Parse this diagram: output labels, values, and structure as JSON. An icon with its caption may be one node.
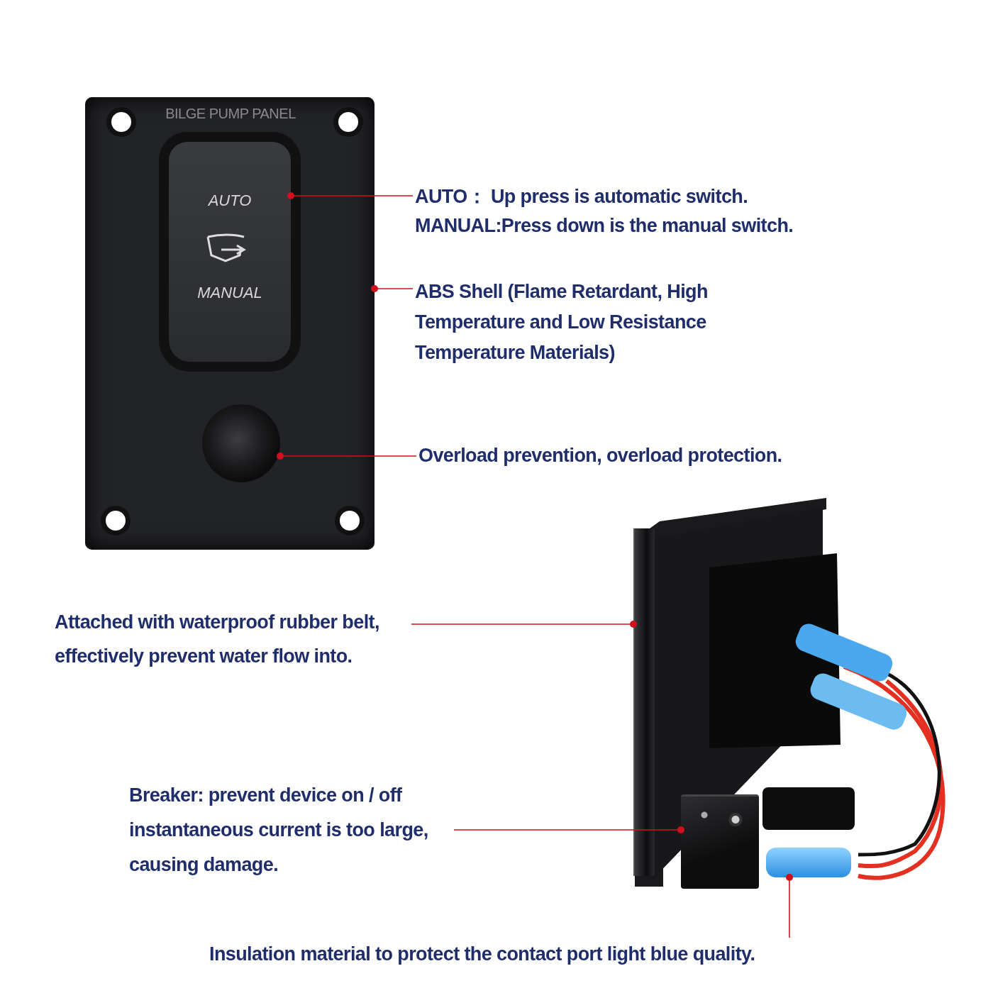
{
  "diagram": {
    "nodes": [
      {
        "text": [
          "AUTO：  Up press is automatic switch.",
          "MANUAL:Press down is the manual switch."
        ]
      },
      {
        "text": [
          "ABS Shell (Flame Retardant, High Temperature and Low Resistance Temperature Materials)"
        ]
      },
      {
        "text": [
          "Overload prevention, overload protection."
        ]
      },
      {
        "text": [
          "Attached with waterproof rubber belt, effectively prevent water flow into."
        ]
      },
      {
        "text": [
          "Breaker: prevent device on / off instantaneous current is too large, causing damage."
        ]
      },
      {
        "text": [
          "Insulation material to protect the contact port light blue quality."
        ]
      },
      {
        "text": [],
        "shape": "picture"
      },
      {
        "text": [],
        "shape": "picture",
        "in": 6
      },
      {
        "text": [],
        "shape": "picture",
        "in": 6
      },
      {
        "text": [],
        "shape": "picture"
      },
      {
        "text": [],
        "shape": "picture"
      },
      {
        "text": [],
        "shape": "picture"
      }
    ],
    "edges": [
      {
        "from": 0,
        "to": 7,
        "arrow": "other"
      },
      {
        "from": 1,
        "to": 6,
        "arrow": "other"
      },
      {
        "from": 2,
        "to": 8,
        "arrow": "other"
      },
      {
        "from": 3,
        "to": 9,
        "arrow": "other"
      },
      {
        "from": 4,
        "to": 10,
        "arrow": "other"
      },
      {
        "from": 5,
        "to": 11,
        "arrow": "other"
      }
    ],
    "labels": [
      "BILGE PUMP PANEL",
      "AUTO",
      "MANUAL"
    ]
  }
}
